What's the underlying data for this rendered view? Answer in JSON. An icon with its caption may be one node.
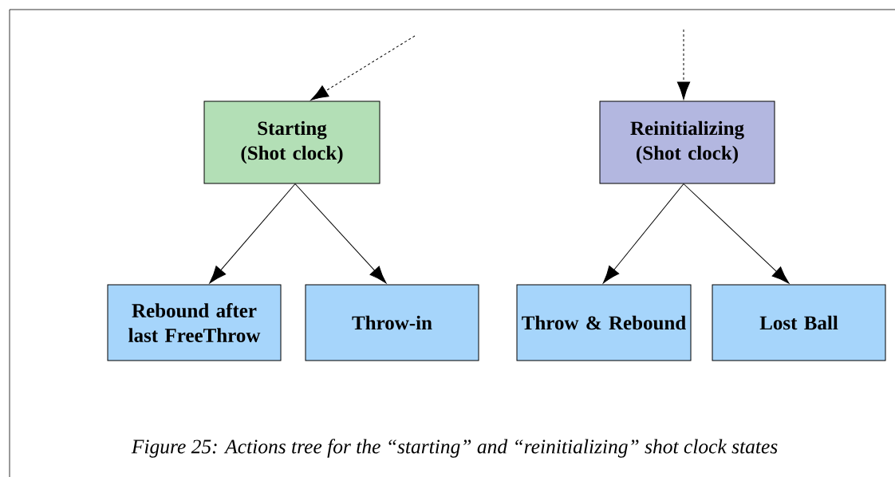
{
  "diagram": {
    "caption": "Figure 25: Actions tree for the “starting” and “reinitializing” shot clock states",
    "nodes": [
      {
        "text": [
          "Starting (Shot clock)"
        ]
      },
      {
        "text": [
          "Reinitializing (Shot clock)"
        ]
      },
      {
        "text": [
          "Rebound after last FreeThrow"
        ]
      },
      {
        "text": [
          "Throw-in"
        ]
      },
      {
        "text": [
          "Throw & Rebound"
        ]
      },
      {
        "text": [
          "Lost Ball"
        ]
      }
    ],
    "edges": [
      {
        "from": null,
        "to": 0,
        "arrow": "to",
        "style": "dashed"
      },
      {
        "from": null,
        "to": 1,
        "arrow": "to",
        "style": "dashed"
      },
      {
        "from": 0,
        "to": 2,
        "arrow": "to"
      },
      {
        "from": 0,
        "to": 3,
        "arrow": "to"
      },
      {
        "from": 1,
        "to": 4,
        "arrow": "to"
      },
      {
        "from": 1,
        "to": 5,
        "arrow": "to"
      }
    ]
  }
}
